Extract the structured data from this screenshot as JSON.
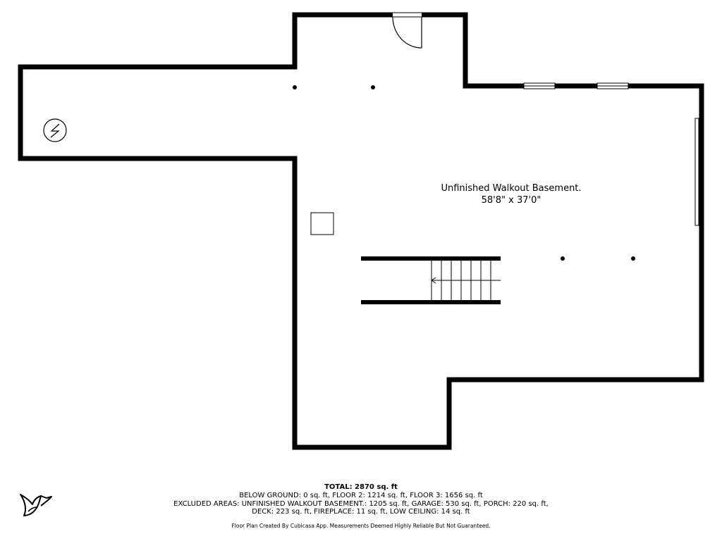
{
  "room": {
    "name": "Unfinished Walkout Basement.",
    "dimensions": "58'8\" x 37'0\""
  },
  "footer": {
    "total": "TOTAL: 2870 sq. ft",
    "below_ground": "BELOW GROUND: 0 sq. ft, FLOOR 2: 1214 sq. ft, FLOOR 3: 1656 sq. ft",
    "excluded": "EXCLUDED AREAS: UNFINISHED WALKOUT BASEMENT.: 1205 sq. ft, GARAGE: 530 sq. ft, PORCH: 220 sq. ft,",
    "deck": "DECK: 223 sq. ft, FIREPLACE: 11 sq. ft, LOW CEILING: 14 sq. ft",
    "credit": "Floor Plan Created By Cubicasa App. Measurements Deemed Highly Reliable But Not Guaranteed."
  },
  "icons": {
    "logo": "cubicasa-bird-logo",
    "electrical_panel": "electrical-panel-icon",
    "stair_arrow": "arrow-left-icon"
  },
  "colors": {
    "wall": "#000000",
    "background": "#ffffff"
  }
}
